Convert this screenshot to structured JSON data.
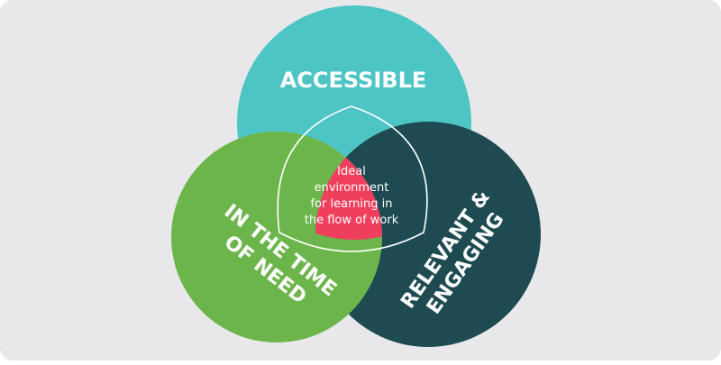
{
  "colors": {
    "background": "#e8e8ea",
    "accessible": "#4dc5c4",
    "in_the_time_of_need": "#6cb54a",
    "relevant_engaging": "#1e4a52",
    "center": "#ef3f5c",
    "outline": "#ffffff",
    "text": "#ffffff"
  },
  "circles": {
    "accessible": {
      "label": "ACCESSIBLE"
    },
    "in_the_time_of_need": {
      "label_lines": [
        "IN THE TIME",
        "OF NEED"
      ]
    },
    "relevant_engaging": {
      "label_lines": [
        "RELEVANT &",
        "ENGAGING"
      ]
    }
  },
  "center": {
    "label_lines": [
      "Ideal",
      "environment",
      "for learning in",
      "the flow of work"
    ]
  }
}
